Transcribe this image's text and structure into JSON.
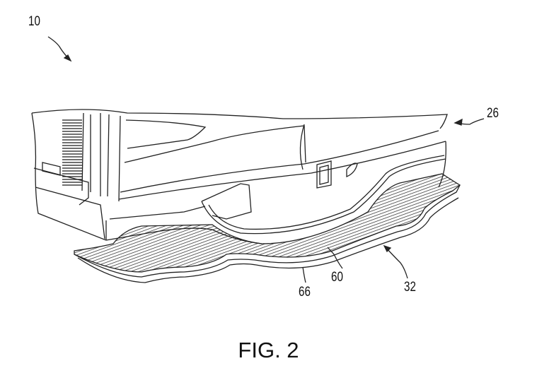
{
  "figure": {
    "caption": "FIG. 2",
    "reference_numerals": {
      "assembly": "10",
      "vehicle": "26",
      "step": "32",
      "tread_surface": "60",
      "edge": "66"
    }
  }
}
